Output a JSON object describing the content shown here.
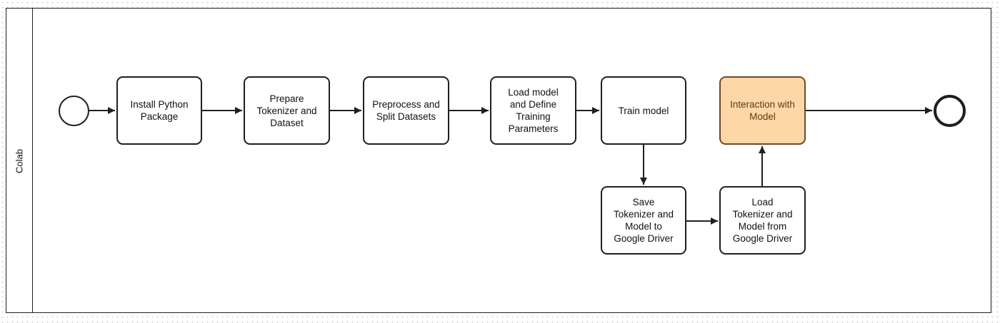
{
  "lane": {
    "label": "Colab"
  },
  "tasks": [
    {
      "label": "Install Python\nPackage"
    },
    {
      "label": "Prepare\nTokenizer and\nDataset"
    },
    {
      "label": "Preprocess and\nSplit Datasets"
    },
    {
      "label": "Load model\nand Define\nTraining\nParameters"
    },
    {
      "label": "Train model"
    },
    {
      "label": "Interaction with\nModel"
    },
    {
      "label": "Save\nTokenizer and\nModel to\nGoogle Driver"
    },
    {
      "label": "Load\nTokenizer and\nModel from\nGoogle Driver"
    }
  ],
  "events": {
    "start": "start-event",
    "end": "end-event"
  },
  "colors": {
    "stroke": "#1f1f1f",
    "highlight_fill": "#fdd8a6",
    "highlight_stroke": "#6b4a2a"
  }
}
